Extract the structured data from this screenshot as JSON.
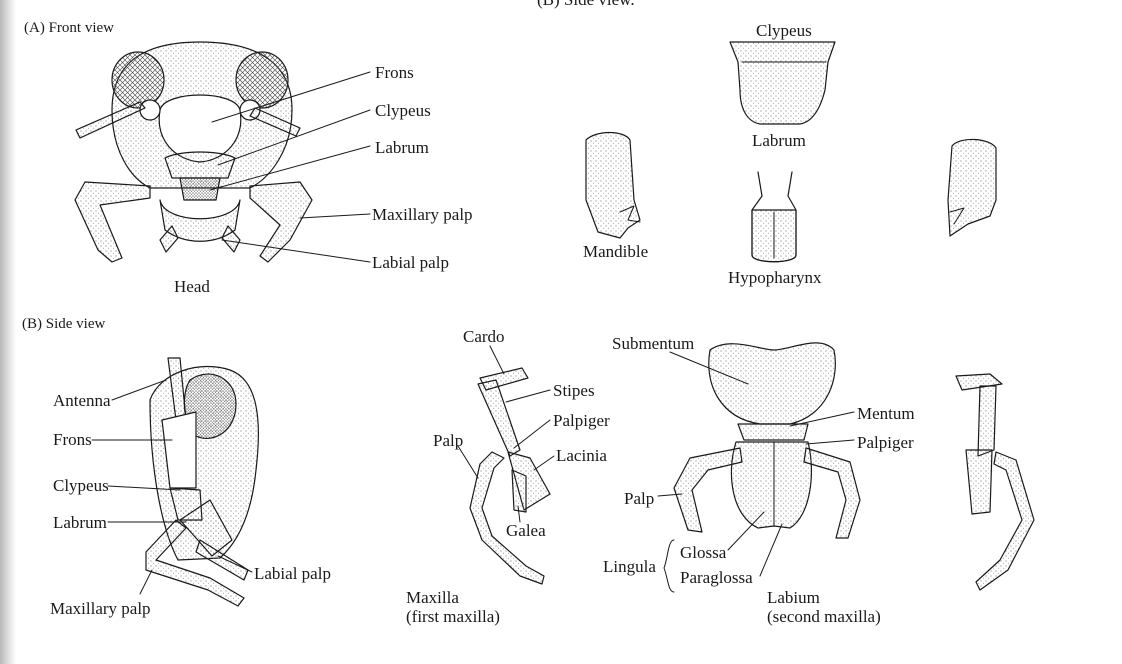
{
  "header_fragment": "(B) Side view.",
  "panel_a": {
    "title": "(A)  Front view",
    "caption": "Head",
    "labels": {
      "frons": "Frons",
      "clypeus": "Clypeus",
      "labrum": "Labrum",
      "maxillary_palp": "Maxillary palp",
      "labial_palp": "Labial palp"
    }
  },
  "mouthparts_top": {
    "clypeus": "Clypeus",
    "labrum": "Labrum",
    "mandible": "Mandible",
    "hypopharynx": "Hypopharynx"
  },
  "panel_b": {
    "title": "(B)  Side view",
    "labels": {
      "antenna": "Antenna",
      "frons": "Frons",
      "clypeus": "Clypeus",
      "labrum": "Labrum",
      "labial_palp": "Labial palp",
      "maxillary_palp": "Maxillary palp"
    }
  },
  "maxilla": {
    "labels": {
      "cardo": "Cardo",
      "stipes": "Stipes",
      "palpiger": "Palpiger",
      "palp": "Palp",
      "lacinia": "Lacinia",
      "galea": "Galea"
    },
    "caption_line1": "Maxilla",
    "caption_line2": "(first maxilla)"
  },
  "labium": {
    "labels": {
      "submentum": "Submentum",
      "mentum": "Mentum",
      "palpiger": "Palpiger",
      "palp": "Palp",
      "lingula": "Lingula",
      "glossa": "Glossa",
      "paraglossa": "Paraglossa"
    },
    "caption_line1": "Labium",
    "caption_line2": "(second maxilla)"
  }
}
